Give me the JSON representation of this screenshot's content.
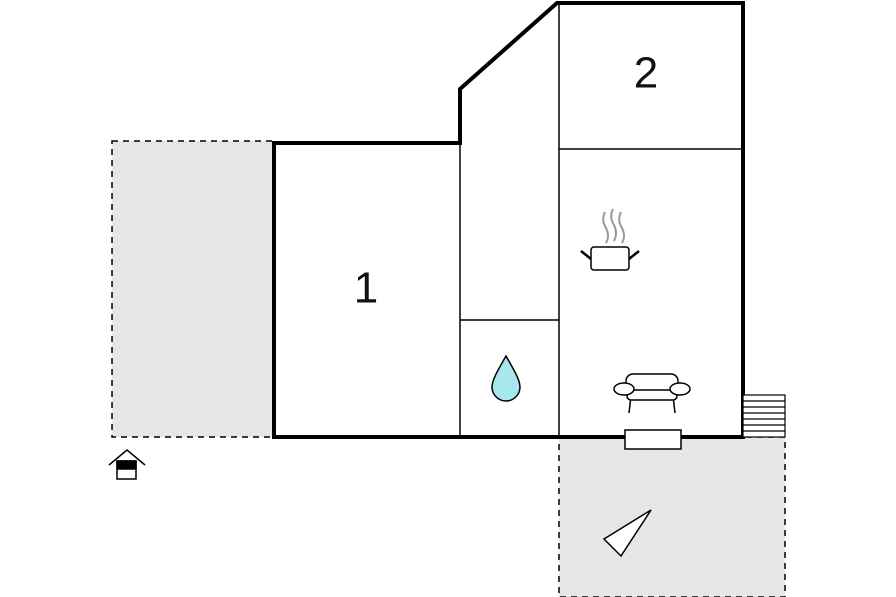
{
  "floor_plan": {
    "rooms": [
      {
        "label": "1",
        "type": "bedroom"
      },
      {
        "label": "2",
        "type": "bedroom"
      }
    ],
    "icons": [
      {
        "name": "water-drop-icon",
        "meaning": "bathroom"
      },
      {
        "name": "cooking-pot-icon",
        "meaning": "kitchen"
      },
      {
        "name": "armchair-icon",
        "meaning": "living-room"
      },
      {
        "name": "carport-icon",
        "meaning": "parking"
      },
      {
        "name": "terrace-triangle-icon",
        "meaning": "terrace"
      },
      {
        "name": "stairs-icon",
        "meaning": "stairs"
      }
    ],
    "colors": {
      "wall": "#000000",
      "outdoor_fill": "#e6e6e6",
      "water": "#a8e6f0"
    }
  }
}
